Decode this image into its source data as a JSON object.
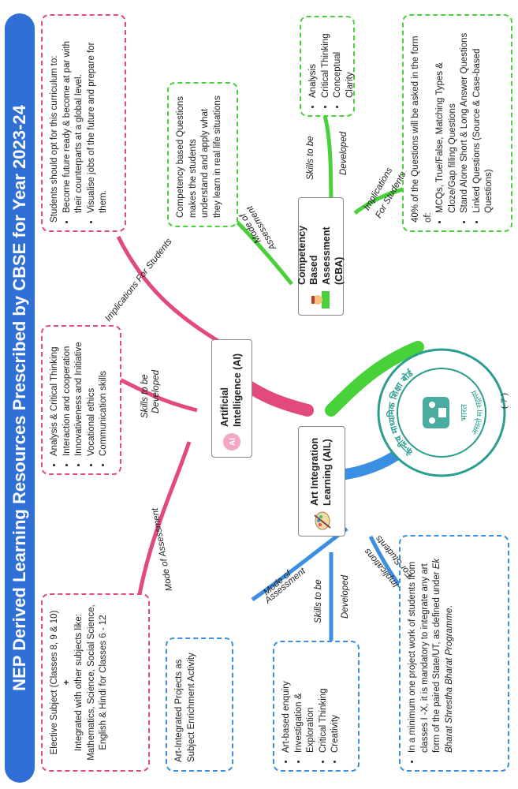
{
  "title": "NEP Derived Learning Resources Prescribed by CBSE for Year 2023-24",
  "nodes": {
    "ai": "Artificial Intelligence (AI)",
    "cba": "Competency Based Assessment (CBA)",
    "ail": "Art Integration Learning (AIL)"
  },
  "branch_labels": {
    "ai_implications": "Implications For Students",
    "ai_skills_1": "Skills to be",
    "ai_skills_2": "Developed",
    "ai_mode": "Mode of Assessment",
    "cba_mode_1": "Mode of",
    "cba_mode_2": "Assessment",
    "cba_skills_1": "Skills to be",
    "cba_skills_2": "Developed",
    "cba_impl_1": "Implications",
    "cba_impl_2": "For Students",
    "ail_mode_1": "Mode of",
    "ail_mode_2": "Assessment",
    "ail_skills_1": "Skills to be",
    "ail_skills_2": "Developed",
    "ail_impl_1": "Implications",
    "ail_impl_2": "For Students"
  },
  "ai_implications_box": {
    "intro": "Students should opt for this curriculum to:",
    "items": [
      "Become future ready & become at par with their counterparts at a global level.",
      "Visualise jobs of the future and prepare for them."
    ]
  },
  "ai_skills_box": {
    "items": [
      "Analysis & Critical Thinking",
      "Interaction and cooperation",
      "Innovativeness and Initiative",
      "Vocational ethics",
      "Communication skills"
    ]
  },
  "ai_mode_box": {
    "line1": "Elective Subject (Classes 8, 9 & 10)",
    "plus": "+",
    "line2": "Integrated with other subjects like: Mathematics, Science, Social Science, English & Hindi for Classes 6 - 12"
  },
  "cba_mode_box": {
    "text": "Competency based Questions makes the students understand and apply what they learn in real life situations"
  },
  "cba_skills_box": {
    "items": [
      "Analysis",
      "Critical Thinking",
      "Conceptual Clarity"
    ]
  },
  "cba_impl_box": {
    "intro": "40% of the Questions will be asked in the form of:",
    "items": [
      "MCQs, True/False, Matching Types & Cloze/Gap filling Questions",
      "Stand Alone Short & Long Answer Questions",
      "Linked Questions (Source & Case-based Questions)"
    ]
  },
  "ail_mode_box": {
    "text": "Art-Integrated Projects as Subject Enrichment Activity"
  },
  "ail_skills_box": {
    "items": [
      "Art-based enquiry",
      "Investigation & Exploration",
      "Critical Thinking",
      "Creativity"
    ]
  },
  "ail_impl_box": {
    "text_before": "In a minimum one project work of students from classes I -X, it is mandatory to integrate any art form of the paired State/UT, as defined under ",
    "italic": "Ek Bharat Shrestha Bharat Programme",
    "text_after": "."
  },
  "seal": {
    "top_text": "केन्द्रीय माध्यमिक शिक्षा बोर्ड",
    "bottom_text": "असतो मा सद्गमय",
    "center_text": "भारत"
  },
  "page_number": "( 7 )",
  "colors": {
    "banner": "#2f6fd6",
    "ai": "#e24a7e",
    "cba": "#49d13a",
    "ail": "#3b8fe0",
    "seal": "#2a9d8f"
  }
}
